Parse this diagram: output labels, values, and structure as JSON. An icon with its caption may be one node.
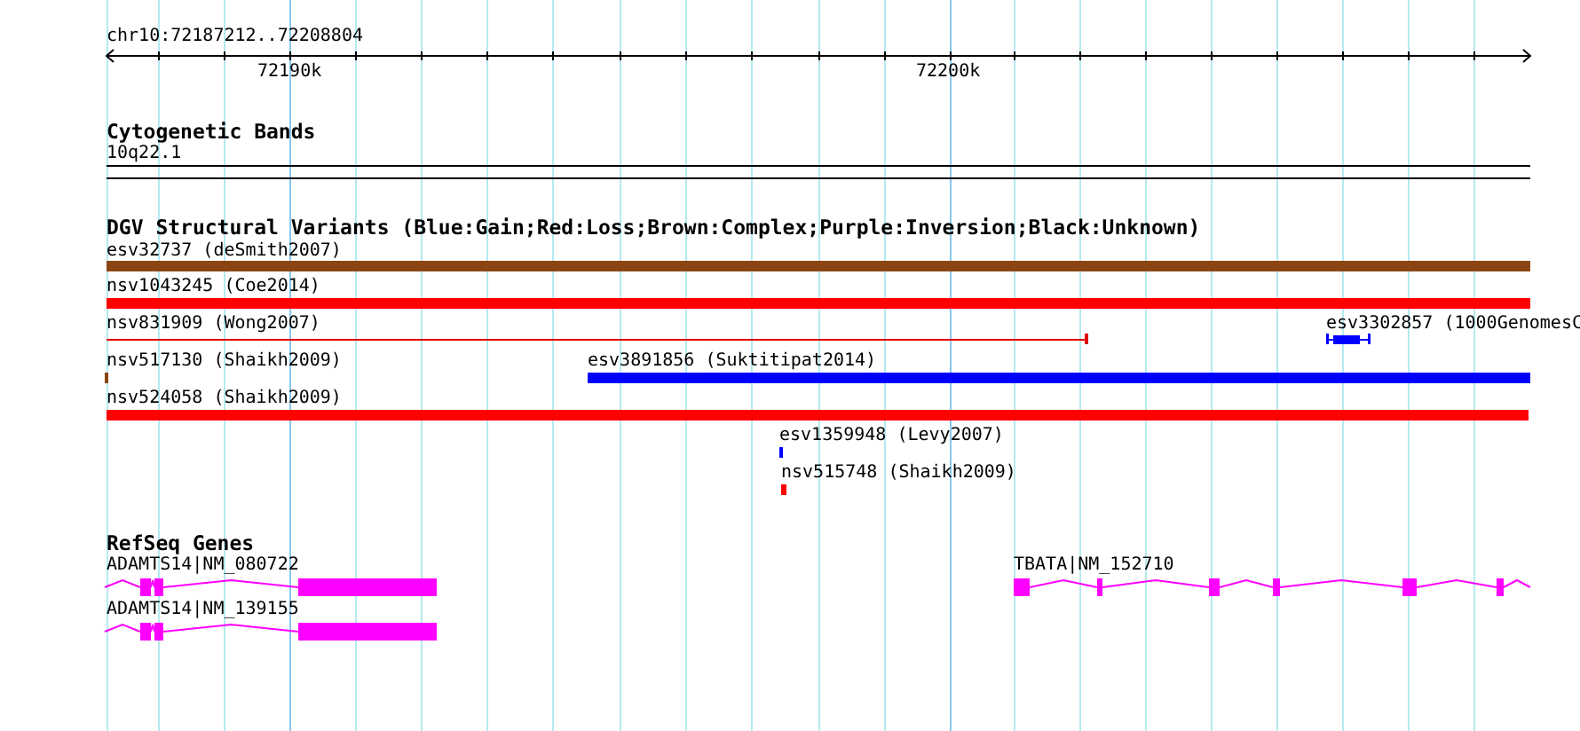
{
  "diagram": {
    "nodes": [
      {
        "text": [
          "10q22.1"
        ]
      },
      {
        "text": [
          "esv32737 (deSmith2007)"
        ]
      },
      {
        "text": [
          "nsv1043245 (Coe2014)"
        ]
      },
      {
        "text": [
          "nsv831909 (Wong2007)"
        ]
      },
      {
        "text": [
          "esv3302857 (1000GenomesC"
        ]
      },
      {
        "text": [
          "nsv517130 (Shaikh2009)"
        ]
      },
      {
        "text": [
          "esv3891856 (Suktitipat2014)"
        ]
      },
      {
        "text": [
          "nsv524058 (Shaikh2009)"
        ]
      },
      {
        "text": [
          "esv1359948 (Levy2007)"
        ]
      },
      {
        "text": [
          "nsv515748 (Shaikh2009)"
        ]
      },
      {
        "text": [
          "ADAMTS14|NM_080722"
        ]
      },
      {
        "text": [
          "ADAMTS14|NM_139155"
        ]
      },
      {
        "text": [
          "TBATA|NM_152710"
        ]
      }
    ],
    "labels": [
      "chr10:72187212..72208804",
      "72190k",
      "72200k",
      "Cytogenetic Bands",
      "DGV Structural Variants (Blue:Gain;Red:Loss;Brown:Complex;Purple:Inversion;Black:Unknown)",
      "RefSeq Genes"
    ]
  }
}
